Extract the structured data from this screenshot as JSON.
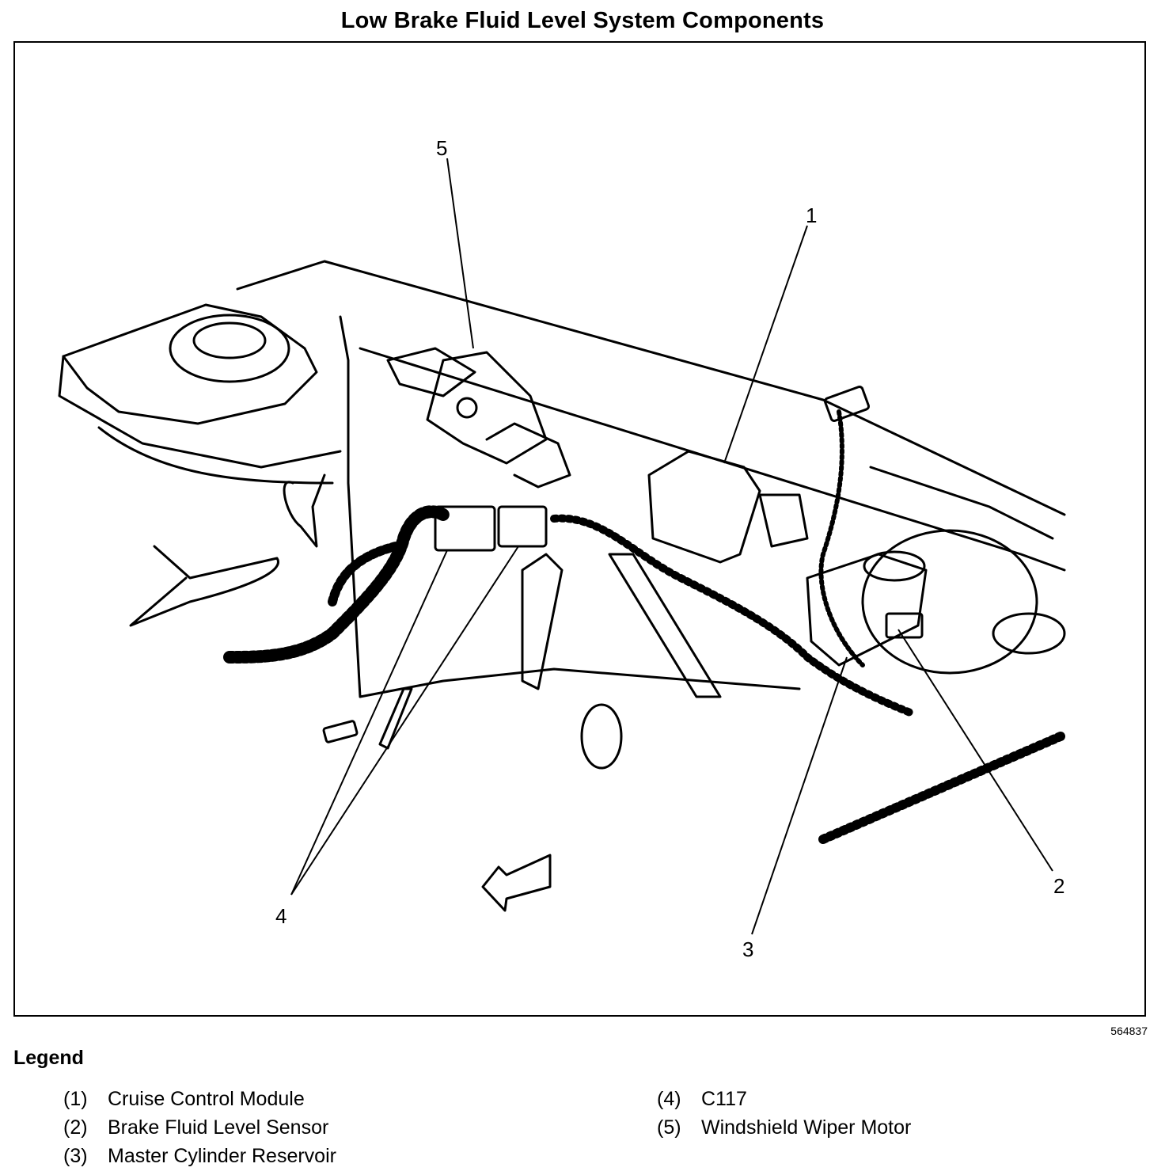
{
  "title": "Low Brake Fluid Level System Components",
  "figure_id": "564837",
  "callouts": {
    "c1": "1",
    "c2": "2",
    "c3": "3",
    "c4": "4",
    "c5": "5"
  },
  "legend": {
    "heading": "Legend",
    "items": [
      {
        "num": "(1)",
        "label": "Cruise Control Module"
      },
      {
        "num": "(2)",
        "label": "Brake Fluid Level Sensor"
      },
      {
        "num": "(3)",
        "label": "Master Cylinder Reservoir"
      },
      {
        "num": "(4)",
        "label": "C117"
      },
      {
        "num": "(5)",
        "label": "Windshield Wiper Motor"
      }
    ]
  }
}
